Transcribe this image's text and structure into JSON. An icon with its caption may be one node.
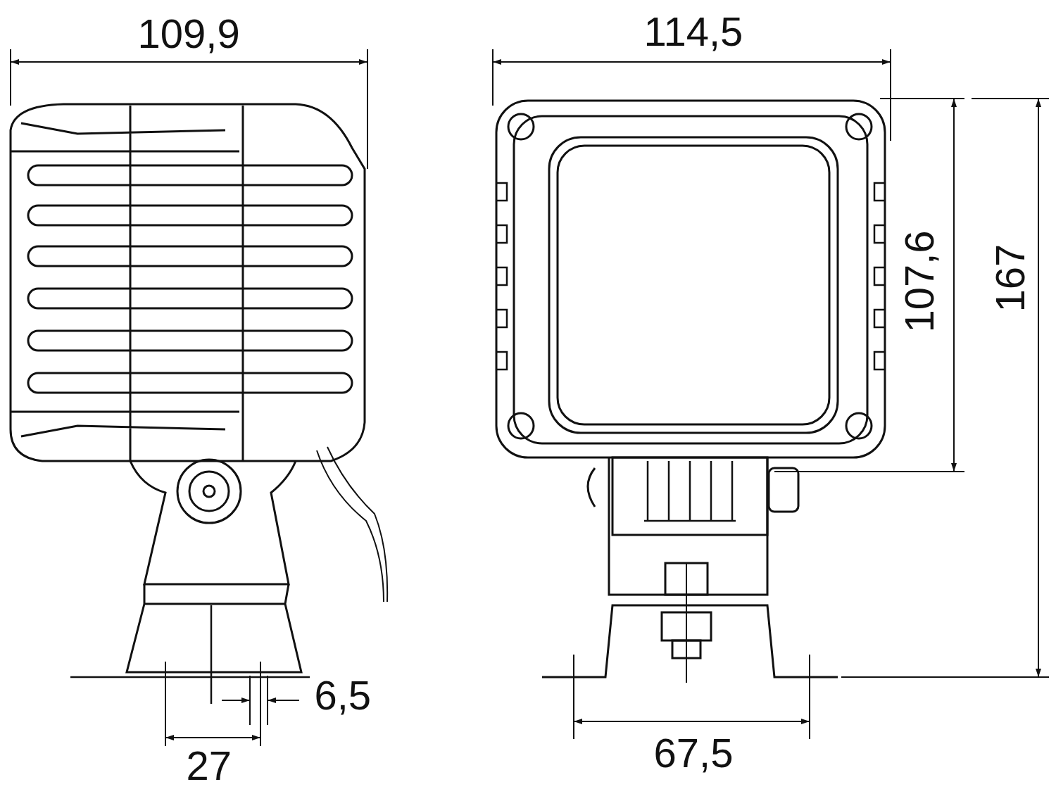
{
  "diagram": {
    "labels": [
      "109,9",
      "114,5",
      "107,6",
      "167",
      "6,5",
      "27",
      "67,5"
    ]
  }
}
